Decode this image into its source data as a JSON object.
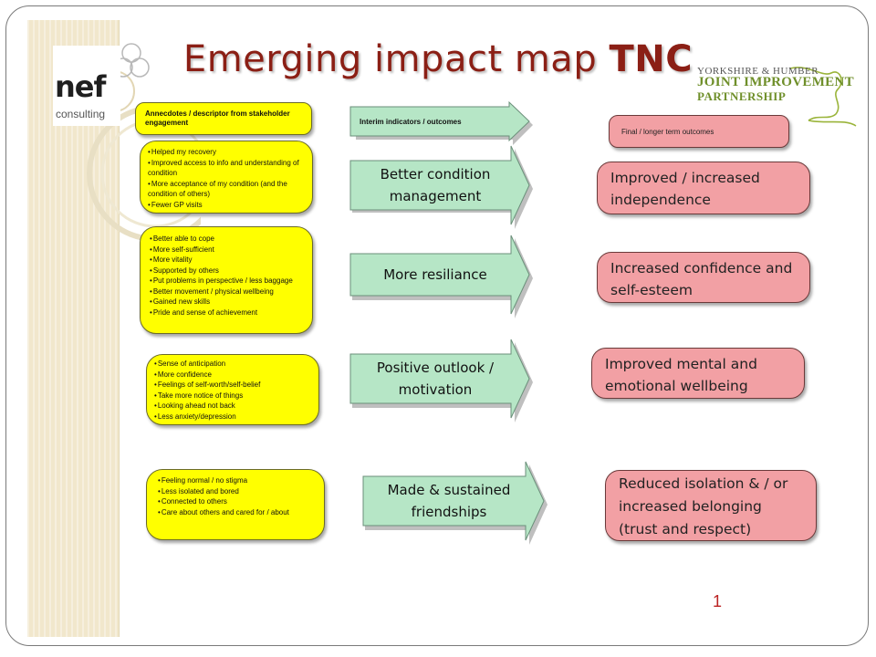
{
  "title": {
    "prefix": "Emerging impact map",
    "suffix": "TNC"
  },
  "logo": {
    "brand": "nef",
    "sub": "consulting"
  },
  "partner": {
    "line1": "YORKSHIRE & HUMBER",
    "line2": "JOINT IMPROVEMENT",
    "line3": "PARTNERSHIP"
  },
  "columns": {
    "left_header": "Annecdotes / descriptor from stakeholder engagement",
    "middle_header": "Interim indicators / outcomes",
    "right_header": "Final / longer term outcomes"
  },
  "anecdotes": [
    {
      "items": [
        "Helped my recovery",
        "Improved access to info and understanding of condition",
        "More acceptance of my condition (and the condition of others)",
        "Fewer GP visits"
      ]
    },
    {
      "items": [
        "Better able to cope",
        "More self-sufficient",
        "More vitality",
        "Supported by others",
        "Put problems in perspective / less baggage",
        "Better movement / physical wellbeing",
        "Gained new skills",
        "Pride and sense of achievement"
      ]
    },
    {
      "items": [
        "Sense of anticipation",
        "More confidence",
        "Feelings of self-worth/self-belief",
        "Take more notice of things",
        "Looking ahead not back",
        "Less anxiety/depression"
      ]
    },
    {
      "items": [
        "Feeling normal / no stigma",
        "Less isolated and bored",
        "Connected to others",
        "Care about others and cared for / about"
      ]
    }
  ],
  "interim": [
    {
      "label": "Better condition management"
    },
    {
      "label": "More resiliance"
    },
    {
      "label": "Positive outlook / motivation"
    },
    {
      "label": "Made & sustained friendships"
    }
  ],
  "final": [
    {
      "label": "Improved / increased independence"
    },
    {
      "label": "Increased confidence and self-esteem"
    },
    {
      "label": "Improved mental and emotional wellbeing"
    },
    {
      "label": "Reduced isolation & / or increased belonging (trust and respect)"
    }
  ],
  "page_number": "1",
  "colors": {
    "title": "#8b1f15",
    "anecdote_fill": "#ffff00",
    "arrow_fill": "#b6e6c6",
    "outcome_fill": "#f2a0a4",
    "partner_green": "#6f8f2a"
  }
}
